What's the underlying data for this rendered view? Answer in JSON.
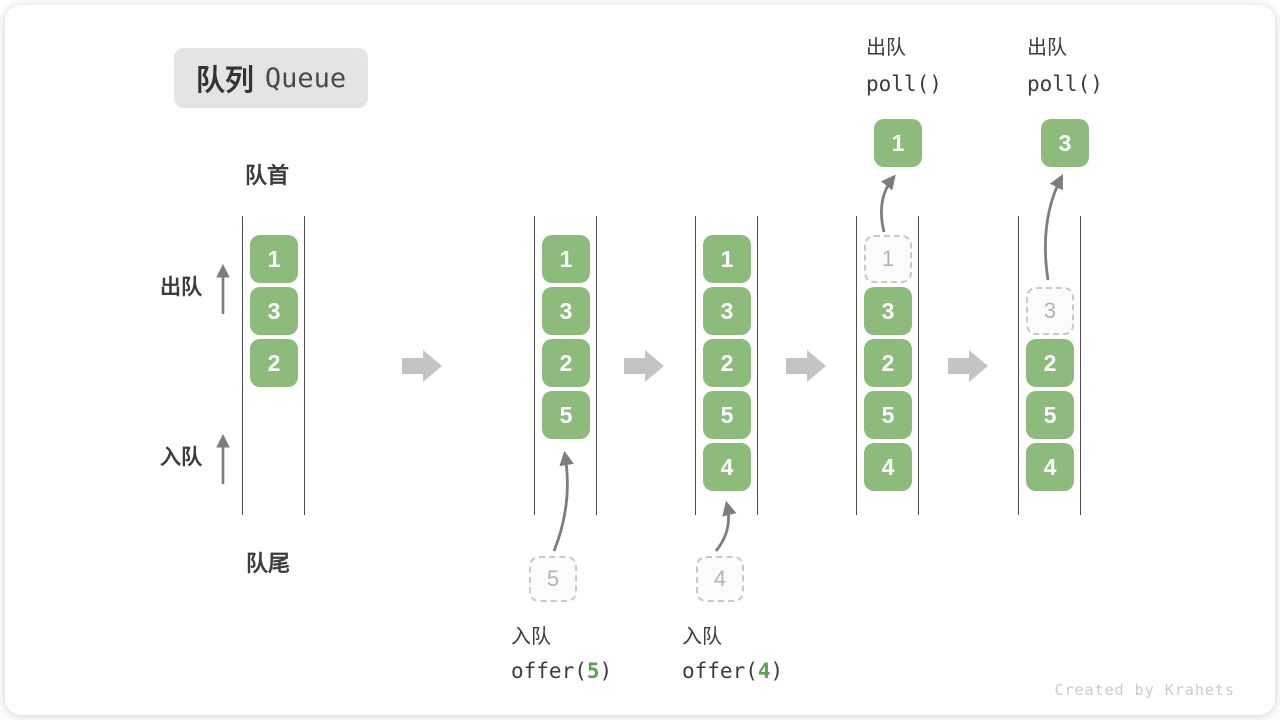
{
  "title": {
    "zh": "队列",
    "en": "Queue"
  },
  "side_labels": {
    "front": "队首",
    "rear": "队尾",
    "dequeue": "出队",
    "enqueue": "入队"
  },
  "operations": {
    "enqueue5": {
      "name": "入队",
      "fn_open": "offer(",
      "arg": "5",
      "fn_close": ")"
    },
    "enqueue4": {
      "name": "入队",
      "fn_open": "offer(",
      "arg": "4",
      "fn_close": ")"
    },
    "poll1": {
      "name": "出队",
      "code": "poll()"
    },
    "poll2": {
      "name": "出队",
      "code": "poll()"
    }
  },
  "queues": [
    {
      "cells": [
        "1",
        "3",
        "2"
      ]
    },
    {
      "cells": [
        "1",
        "3",
        "2",
        "5"
      ],
      "incoming": "5"
    },
    {
      "cells": [
        "1",
        "3",
        "2",
        "5",
        "4"
      ],
      "incoming": "4"
    },
    {
      "ghost": "1",
      "cells": [
        "3",
        "2",
        "5",
        "4"
      ],
      "polled": "1"
    },
    {
      "ghost": "3",
      "cells": [
        "2",
        "5",
        "4"
      ],
      "polled": "3"
    }
  ],
  "watermark": "Created by Krahets",
  "colors": {
    "box_green": "#8cbb7c",
    "arg_green": "#5aa050",
    "flow_arrow_gray": "#c4c4c4",
    "thin_arrow_gray": "#7d7d7d",
    "badge_bg": "#e4e4e4"
  }
}
